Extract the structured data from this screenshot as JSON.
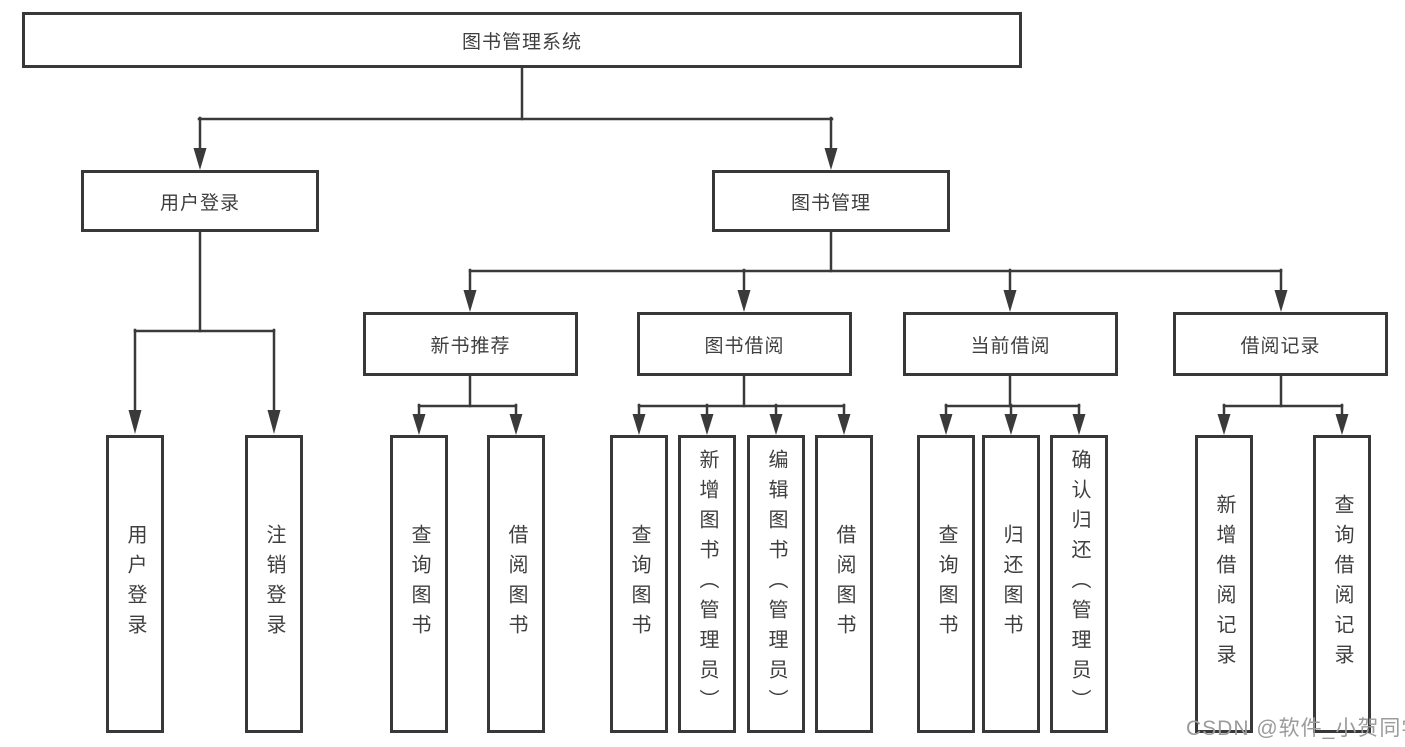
{
  "nodes": {
    "root": "图书管理系统",
    "user_login": "用户登录",
    "book_management": "图书管理",
    "new_book_recommend": "新书推荐",
    "book_borrowing": "图书借阅",
    "current_borrowing": "当前借阅",
    "borrowing_records": "借阅记录",
    "leaf_user_login": "用户登录",
    "leaf_logout": "注销登录",
    "leaf_nbr_query_books": "查询图书",
    "leaf_nbr_borrow_books": "借阅图书",
    "leaf_bb_query_books": "查询图书",
    "leaf_bb_add_books": "新增图书（管理员）",
    "leaf_bb_edit_books": "编辑图书（管理员）",
    "leaf_bb_borrow_books": "借阅图书",
    "leaf_cb_query_books": "查询图书",
    "leaf_cb_return_books": "归还图书",
    "leaf_cb_confirm_return": "确认归还（管理员）",
    "leaf_br_add_record": "新增借阅记录",
    "leaf_br_query_record": "查询借阅记录"
  },
  "watermark": "CSDN @软件_小贺同学",
  "colors": {
    "line": "#3a3a3a",
    "box_border": "#383838",
    "text": "#3f3f3f",
    "watermark": "#9b9b9b",
    "background": "#ffffff"
  }
}
